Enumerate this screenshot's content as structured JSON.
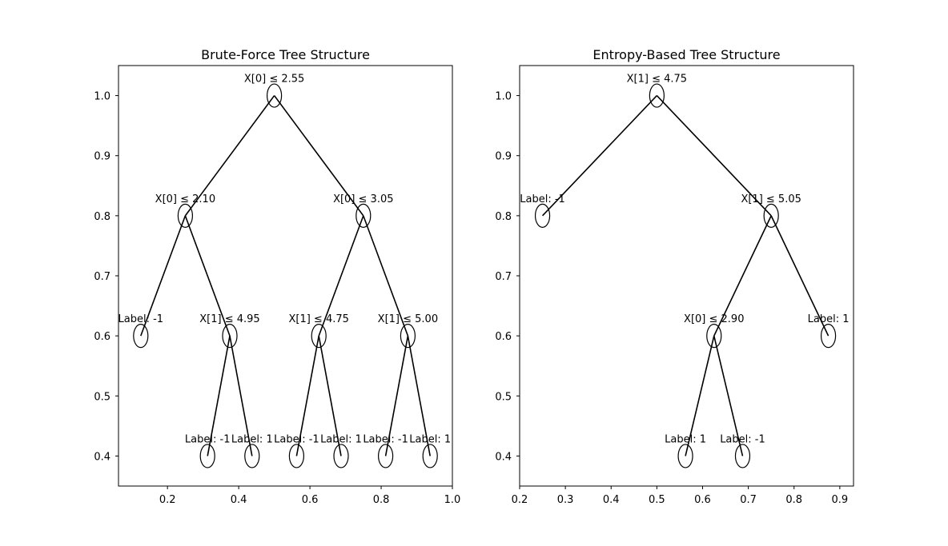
{
  "chart_data": [
    {
      "type": "tree",
      "title": "Brute-Force Tree Structure",
      "xlim": [
        0.0625,
        1.0
      ],
      "ylim": [
        0.35,
        1.05
      ],
      "xticks": [
        "0.2",
        "0.4",
        "0.6",
        "0.8",
        "1.0"
      ],
      "xtick_values": [
        0.2,
        0.4,
        0.6,
        0.8,
        1.0
      ],
      "yticks": [
        "0.4",
        "0.5",
        "0.6",
        "0.7",
        "0.8",
        "0.9",
        "1.0"
      ],
      "ytick_values": [
        0.4,
        0.5,
        0.6,
        0.7,
        0.8,
        0.9,
        1.0
      ],
      "nodes": [
        {
          "id": "n0",
          "x": 0.5,
          "y": 1.0,
          "label": "X[0] ≤ 2.55"
        },
        {
          "id": "n1",
          "x": 0.25,
          "y": 0.8,
          "label": "X[0] ≤ 2.10"
        },
        {
          "id": "n2",
          "x": 0.75,
          "y": 0.8,
          "label": "X[0] ≤ 3.05"
        },
        {
          "id": "n3",
          "x": 0.125,
          "y": 0.6,
          "label": "Label: -1"
        },
        {
          "id": "n4",
          "x": 0.375,
          "y": 0.6,
          "label": "X[1] ≤ 4.95"
        },
        {
          "id": "n5",
          "x": 0.625,
          "y": 0.6,
          "label": "X[1] ≤ 4.75"
        },
        {
          "id": "n6",
          "x": 0.875,
          "y": 0.6,
          "label": "X[1] ≤ 5.00"
        },
        {
          "id": "n7",
          "x": 0.3125,
          "y": 0.4,
          "label": "Label: -1"
        },
        {
          "id": "n8",
          "x": 0.4375,
          "y": 0.4,
          "label": "Label: 1"
        },
        {
          "id": "n9",
          "x": 0.5625,
          "y": 0.4,
          "label": "Label: -1"
        },
        {
          "id": "n10",
          "x": 0.6875,
          "y": 0.4,
          "label": "Label: 1"
        },
        {
          "id": "n11",
          "x": 0.8125,
          "y": 0.4,
          "label": "Label: -1"
        },
        {
          "id": "n12",
          "x": 0.9375,
          "y": 0.4,
          "label": "Label: 1"
        }
      ],
      "edges": [
        [
          "n0",
          "n1"
        ],
        [
          "n0",
          "n2"
        ],
        [
          "n1",
          "n3"
        ],
        [
          "n1",
          "n4"
        ],
        [
          "n2",
          "n5"
        ],
        [
          "n2",
          "n6"
        ],
        [
          "n4",
          "n7"
        ],
        [
          "n4",
          "n8"
        ],
        [
          "n5",
          "n9"
        ],
        [
          "n5",
          "n10"
        ],
        [
          "n6",
          "n11"
        ],
        [
          "n6",
          "n12"
        ]
      ]
    },
    {
      "type": "tree",
      "title": "Entropy-Based Tree Structure",
      "xlim": [
        0.2,
        0.93
      ],
      "ylim": [
        0.35,
        1.05
      ],
      "xticks": [
        "0.2",
        "0.3",
        "0.4",
        "0.5",
        "0.6",
        "0.7",
        "0.8",
        "0.9"
      ],
      "xtick_values": [
        0.2,
        0.3,
        0.4,
        0.5,
        0.6,
        0.7,
        0.8,
        0.9
      ],
      "yticks": [
        "0.4",
        "0.5",
        "0.6",
        "0.7",
        "0.8",
        "0.9",
        "1.0"
      ],
      "ytick_values": [
        0.4,
        0.5,
        0.6,
        0.7,
        0.8,
        0.9,
        1.0
      ],
      "nodes": [
        {
          "id": "m0",
          "x": 0.5,
          "y": 1.0,
          "label": "X[1] ≤ 4.75"
        },
        {
          "id": "m1",
          "x": 0.25,
          "y": 0.8,
          "label": "Label: -1"
        },
        {
          "id": "m2",
          "x": 0.75,
          "y": 0.8,
          "label": "X[1] ≤ 5.05"
        },
        {
          "id": "m3",
          "x": 0.625,
          "y": 0.6,
          "label": "X[0] ≤ 2.90"
        },
        {
          "id": "m4",
          "x": 0.875,
          "y": 0.6,
          "label": "Label: 1"
        },
        {
          "id": "m5",
          "x": 0.5625,
          "y": 0.4,
          "label": "Label: 1"
        },
        {
          "id": "m6",
          "x": 0.6875,
          "y": 0.4,
          "label": "Label: -1"
        }
      ],
      "edges": [
        [
          "m0",
          "m1"
        ],
        [
          "m0",
          "m2"
        ],
        [
          "m2",
          "m3"
        ],
        [
          "m2",
          "m4"
        ],
        [
          "m3",
          "m5"
        ],
        [
          "m3",
          "m6"
        ]
      ]
    }
  ]
}
